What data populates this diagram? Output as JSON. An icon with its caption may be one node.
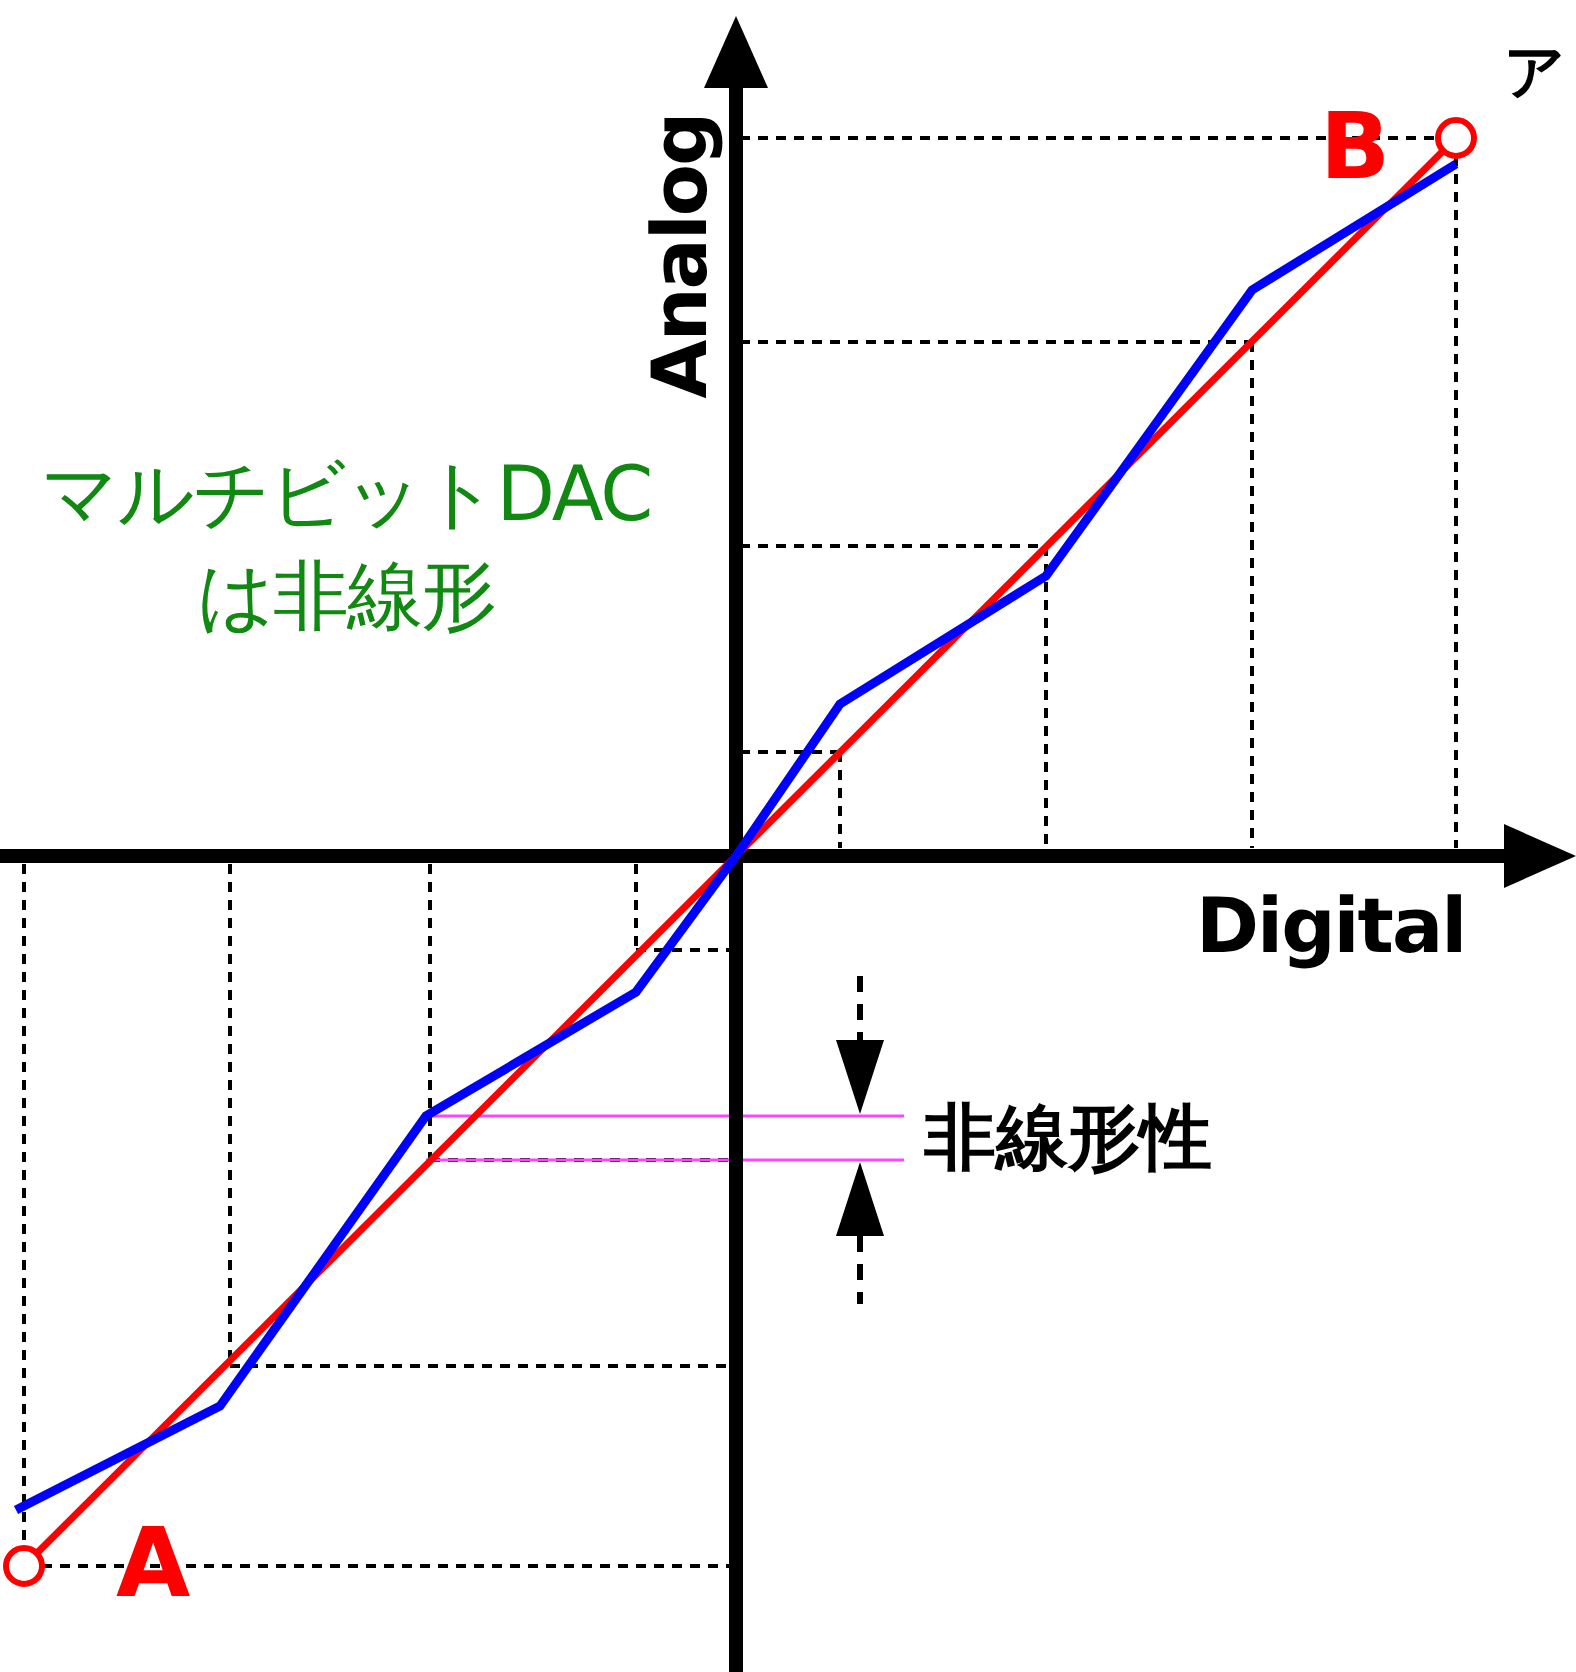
{
  "diagram": {
    "nodes": [
      {
        "text": [],
        "shape": "circle"
      },
      {
        "text": [],
        "shape": "circle"
      }
    ],
    "edges": [
      {
        "from": 0,
        "to": 1,
        "arrow": "none",
        "color": "#ff0000"
      }
    ],
    "labels": [
      "ア",
      "Analog",
      "B",
      "マルチビットDACは非線形",
      "Digital",
      "非線形性",
      "A"
    ]
  }
}
